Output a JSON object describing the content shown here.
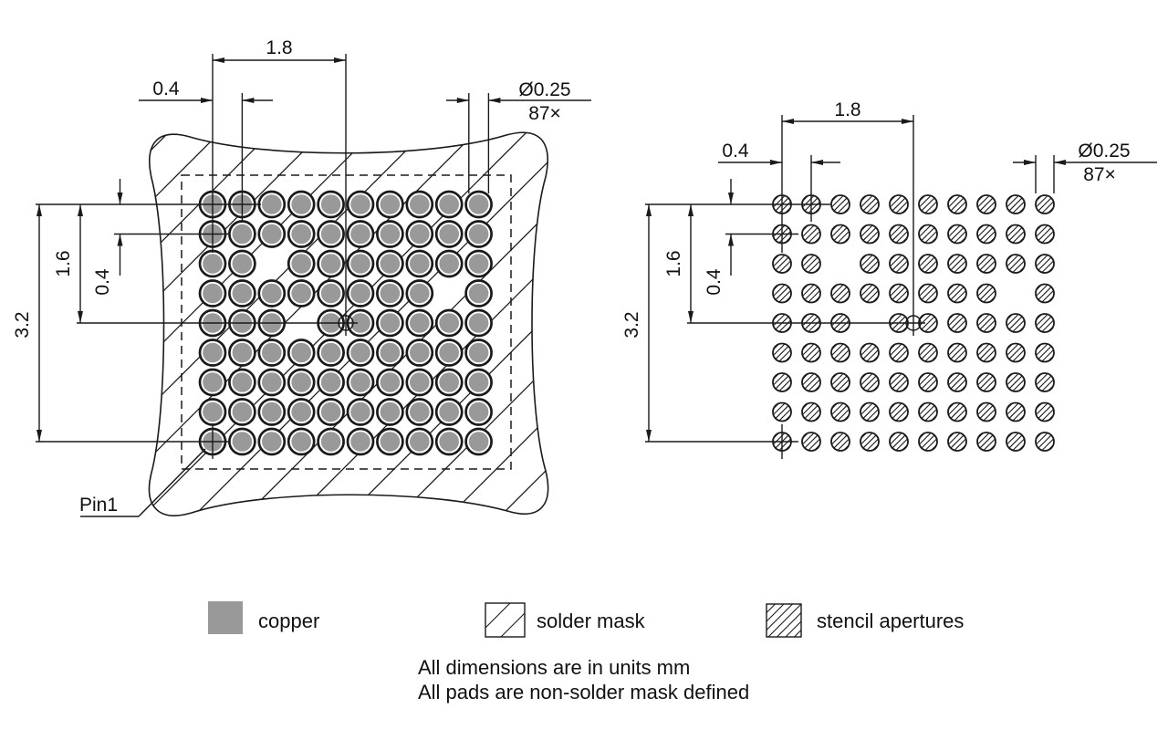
{
  "dimensions": {
    "horizontal_center_span": "1.8",
    "horizontal_pitch": "0.4",
    "vertical_span": "3.2",
    "vertical_center_span": "1.6",
    "vertical_pitch": "0.4",
    "pad_diameter": "Ø0.25",
    "pad_count_label": "87×"
  },
  "labels": {
    "pin1": "Pin1"
  },
  "grid": {
    "columns": 10,
    "rows": 9,
    "pitch_mm": 0.4,
    "pad_count": 87,
    "missing_pads": [
      [
        3,
        3
      ],
      [
        4,
        9
      ],
      [
        5,
        4
      ]
    ]
  },
  "legend": {
    "items": [
      {
        "label": "copper",
        "swatch": "solid-gray"
      },
      {
        "label": "solder mask",
        "swatch": "sparse-hatch"
      },
      {
        "label": "stencil apertures",
        "swatch": "dense-hatch"
      }
    ]
  },
  "notes": [
    "All dimensions are in units mm",
    "All pads are non-solder mask defined"
  ],
  "colors": {
    "copper": "#999999",
    "line": "#1a1a1a",
    "background": "#ffffff"
  }
}
